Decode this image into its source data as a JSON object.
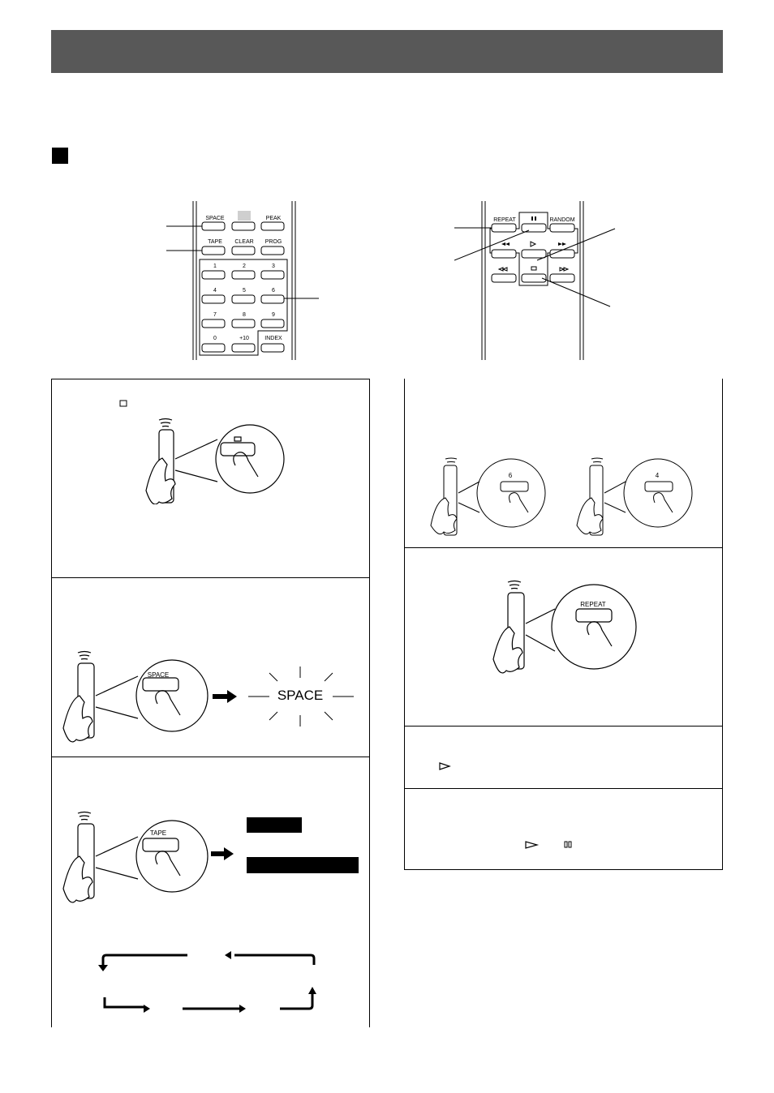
{
  "remote_left": {
    "row1": [
      "SPACE",
      "",
      "PEAK"
    ],
    "row2": [
      "TAPE",
      "CLEAR",
      "PROG"
    ],
    "digits": [
      "1",
      "2",
      "3",
      "4",
      "5",
      "6",
      "7",
      "8",
      "9",
      "0",
      "+10",
      "INDEX"
    ]
  },
  "remote_right": {
    "repeat": "REPEAT",
    "random": "RANDOM"
  },
  "step1": {
    "button_label": ""
  },
  "step2": {
    "button_label": "SPACE",
    "display_text": "SPACE"
  },
  "step3": {
    "button_label": "TAPE"
  },
  "step4": {
    "button_a": "6",
    "button_b": "4"
  },
  "step5": {
    "button_label": "REPEAT"
  },
  "icons": [
    "stop-icon",
    "play-icon",
    "pause-icon",
    "skip-back-icon",
    "skip-forward-icon",
    "rewind-icon",
    "fast-forward-icon"
  ]
}
